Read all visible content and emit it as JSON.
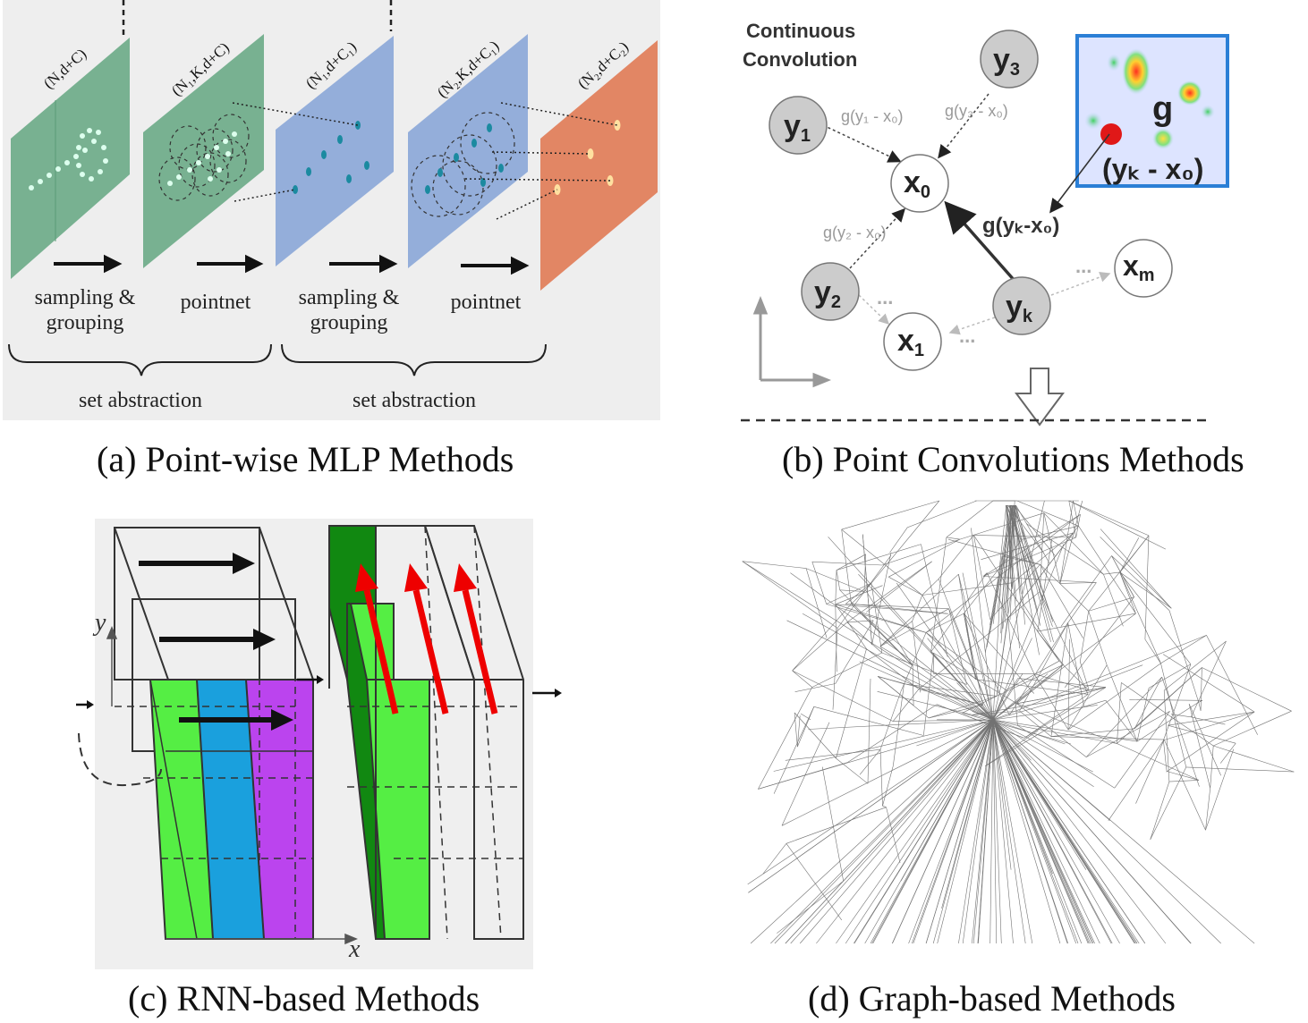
{
  "panel_a": {
    "plane_labels": [
      "(N,d+C)",
      "(N₁,K,d+C)",
      "(N₁,d+C₁)",
      "(N₂,K,d+C₁)",
      "(N₂,d+C₂)"
    ],
    "step_labels": [
      "sampling &",
      "grouping",
      "pointnet",
      "sampling &",
      "grouping",
      "pointnet"
    ],
    "group_labels": [
      "set abstraction",
      "set abstraction"
    ],
    "caption": "(a) Point-wise MLP Methods",
    "colors": {
      "green": "#6aaa86",
      "blue": "#8eaad8",
      "orange": "#e0805c",
      "bg": "#eeeeee"
    }
  },
  "panel_b": {
    "title_line1": "Continuous",
    "title_line2": "Convolution",
    "nodes": {
      "y1": "y",
      "y1_sub": "1",
      "y2": "y",
      "y2_sub": "2",
      "y3": "y",
      "y3_sub": "3",
      "yk": "y",
      "yk_sub": "k",
      "x0": "x",
      "x0_sub": "0",
      "x1": "x",
      "x1_sub": "1",
      "xm": "x",
      "xm_sub": "m"
    },
    "edge_labels": {
      "g1": "g(y₁ - x₀)",
      "g2": "g(y₂ - x₀)",
      "g3": "g(y₃ - x₀)",
      "gk": "g(yₖ-x₀)"
    },
    "heatmap_label": "g",
    "heatmap_sub_label": "(yₖ - x₀)",
    "dots": "...",
    "caption": "(b) Point Convolutions Methods"
  },
  "panel_c": {
    "axis_x": "x",
    "axis_y": "y",
    "caption": "(c) RNN-based Methods",
    "colors": {
      "green": "#55ee44",
      "blue": "#1aa0dd",
      "purple": "#bb44ee",
      "dark_green": "#118811",
      "red": "#ee0000"
    }
  },
  "panel_d": {
    "caption": "(d) Graph-based Methods"
  }
}
